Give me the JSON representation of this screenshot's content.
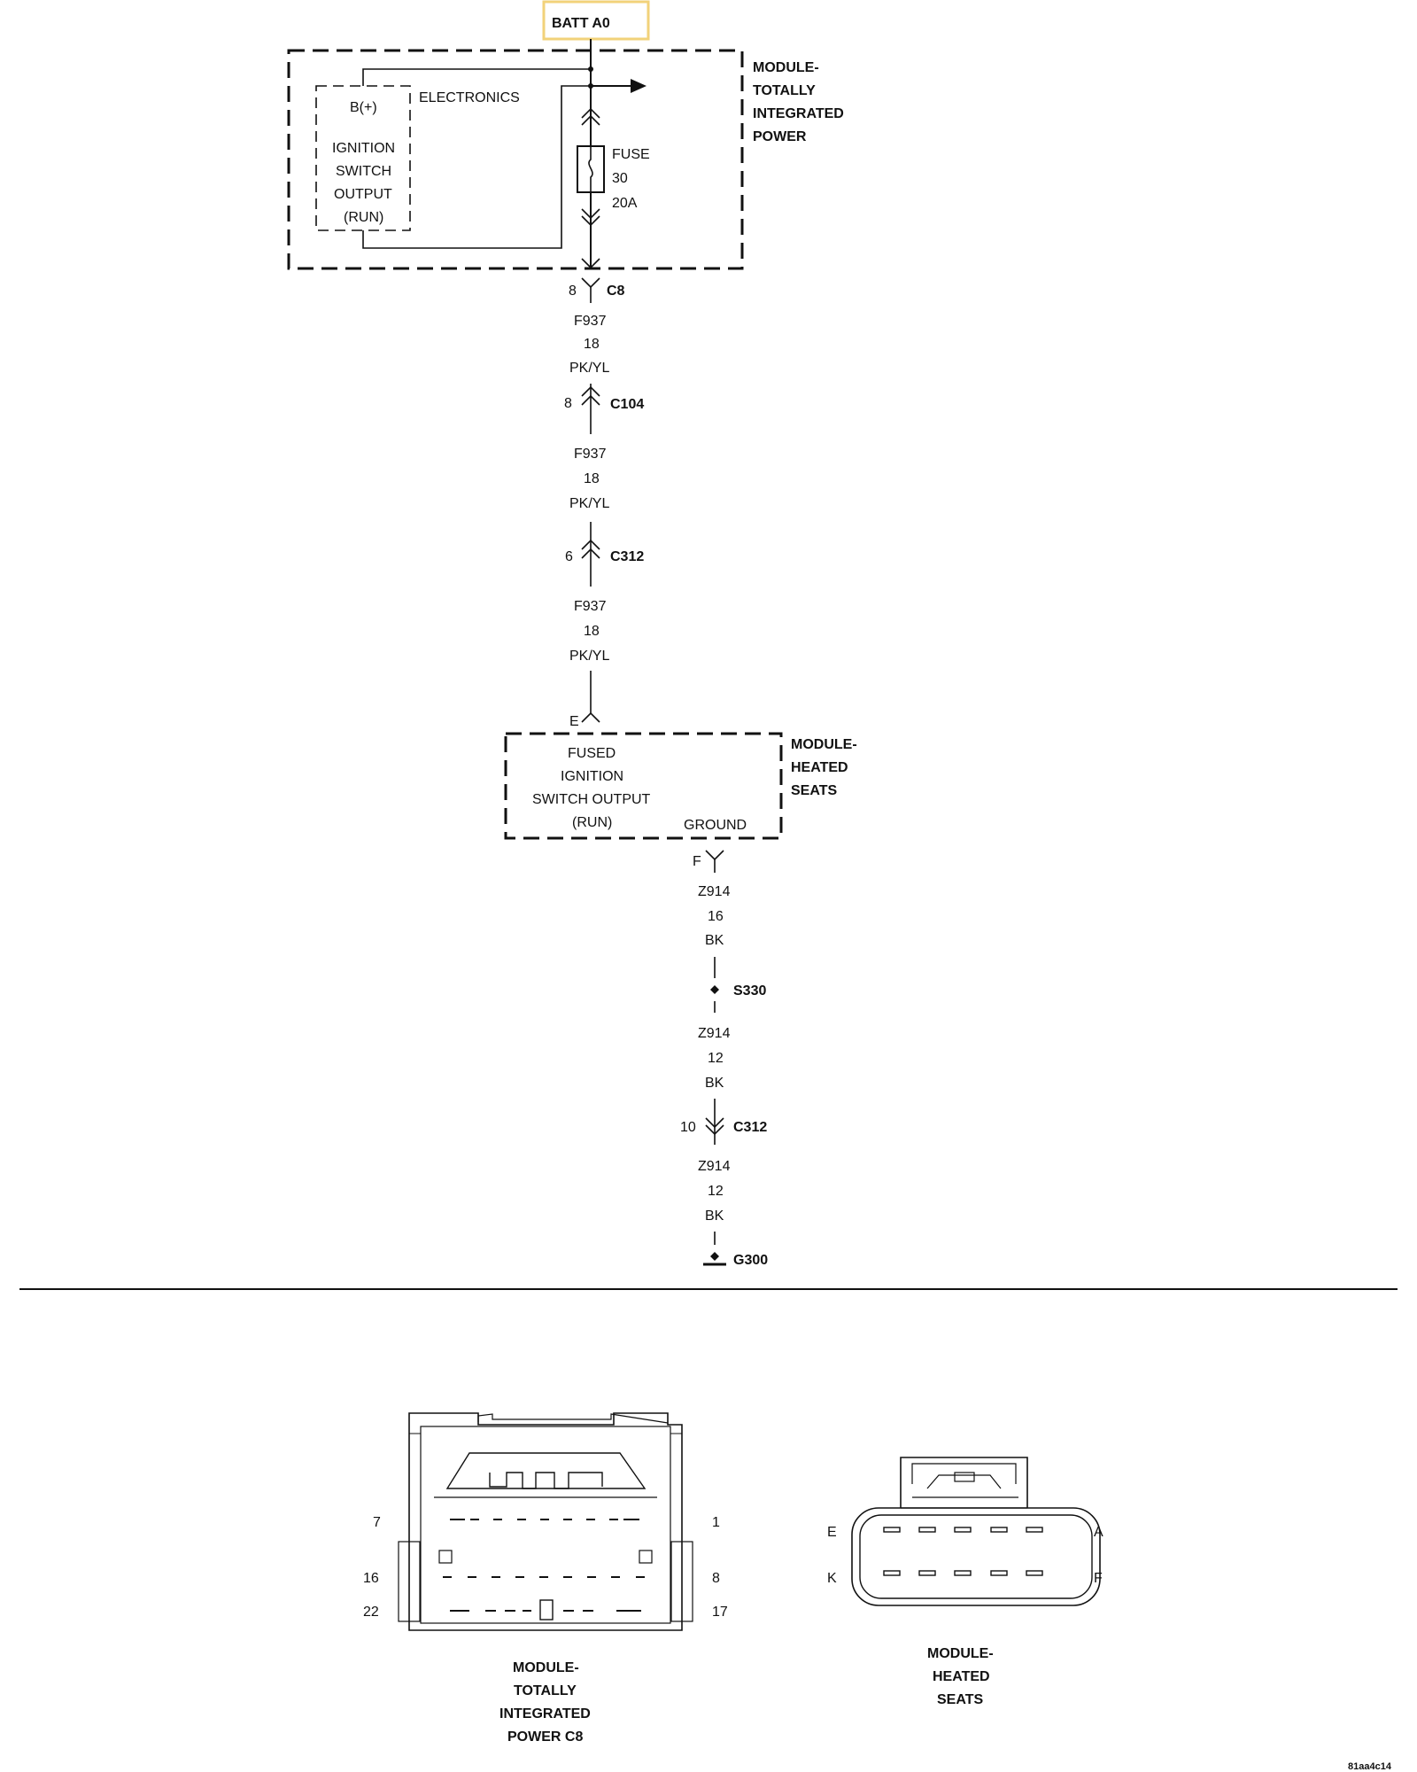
{
  "batt": {
    "label": "BATT A0"
  },
  "tip_module": {
    "name": [
      "MODULE-",
      "TOTALLY",
      "INTEGRATED",
      "POWER"
    ],
    "electronics": "ELECTRONICS",
    "b_plus": "B(+)",
    "ign": [
      "IGNITION",
      "SWITCH",
      "OUTPUT",
      "(RUN)"
    ],
    "fuse": [
      "FUSE",
      "30",
      "20A"
    ]
  },
  "connectors": {
    "c8": {
      "pin": "8",
      "name": "C8"
    },
    "c104": {
      "pin": "8",
      "name": "C104"
    },
    "c312a": {
      "pin": "6",
      "name": "C312"
    },
    "hs_e": {
      "pin": "E"
    },
    "hs_f": {
      "pin": "F"
    },
    "c312b": {
      "pin": "10",
      "name": "C312"
    }
  },
  "wires": {
    "w1": [
      "F937",
      "18",
      "PK/YL"
    ],
    "w2": [
      "F937",
      "18",
      "PK/YL"
    ],
    "w3": [
      "F937",
      "18",
      "PK/YL"
    ],
    "w4": [
      "Z914",
      "16",
      "BK"
    ],
    "w5": [
      "Z914",
      "12",
      "BK"
    ],
    "w6": [
      "Z914",
      "12",
      "BK"
    ]
  },
  "splice": {
    "name": "S330"
  },
  "ground": {
    "name": "G300"
  },
  "hs_module": {
    "name": [
      "MODULE-",
      "HEATED",
      "SEATS"
    ],
    "fused": [
      "FUSED",
      "IGNITION",
      "SWITCH OUTPUT",
      "(RUN)"
    ],
    "ground": "GROUND"
  },
  "views": {
    "tip_pins": {
      "tl": "7",
      "tr": "1",
      "ml": "16",
      "mr": "8",
      "bl": "22",
      "br": "17"
    },
    "tip_label": [
      "MODULE-",
      "TOTALLY",
      "INTEGRATED",
      "POWER C8"
    ],
    "hs_pins": {
      "tl": "E",
      "tr": "A",
      "bl": "K",
      "br": "F"
    },
    "hs_label": [
      "MODULE-",
      "HEATED",
      "SEATS"
    ]
  },
  "doc_id": "81aa4c14",
  "colors": {
    "highlight_box": "#f2d27a",
    "line": "#111111"
  }
}
